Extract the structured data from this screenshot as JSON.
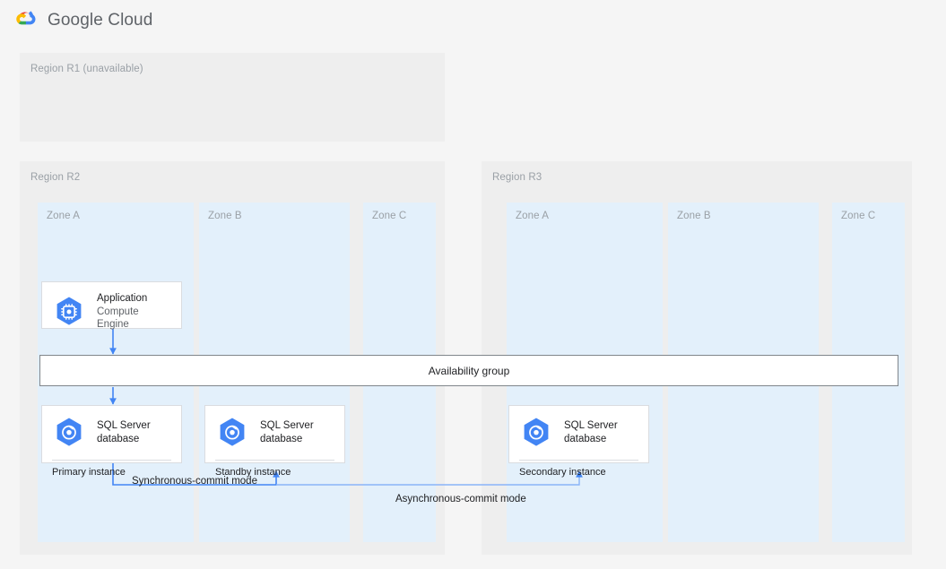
{
  "header": {
    "brand": "Google Cloud",
    "logo_icon": "google-cloud-logo-icon"
  },
  "diagram": {
    "title": "SQL Server availability group across regions",
    "colors": {
      "page_bg": "#f5f5f5",
      "region_bg": "#eeeeee",
      "zone_bg": "#e3f0fb",
      "node_bg": "#ffffff",
      "node_border": "#dadce0",
      "connector": "#4285f4",
      "connector_light": "#8ab4f8",
      "text_primary": "#202124",
      "text_muted": "#9aa0a6",
      "hex_icon": "#4285f4"
    },
    "regions": [
      {
        "id": "r1",
        "label": "Region R1 (unavailable)",
        "zones": []
      },
      {
        "id": "r2",
        "label": "Region R2",
        "zones": [
          {
            "id": "r2-zone-a",
            "label": "Zone A"
          },
          {
            "id": "r2-zone-b",
            "label": "Zone B"
          },
          {
            "id": "r2-zone-c",
            "label": "Zone C"
          }
        ]
      },
      {
        "id": "r3",
        "label": "Region R3",
        "zones": [
          {
            "id": "r3-zone-a",
            "label": "Zone A"
          },
          {
            "id": "r3-zone-b",
            "label": "Zone B"
          },
          {
            "id": "r3-zone-c",
            "label": "Zone C"
          }
        ]
      }
    ],
    "nodes": [
      {
        "id": "application",
        "title": "Application",
        "subtitle": "Compute Engine",
        "icon": "compute-engine-hexagon-icon",
        "region": "r2",
        "zone": "Zone A"
      },
      {
        "id": "primary",
        "title": "SQL Server\ndatabase",
        "footer": "Primary instance",
        "icon": "sql-server-database-hexagon-icon",
        "region": "r2",
        "zone": "Zone A"
      },
      {
        "id": "standby",
        "title": "SQL Server\ndatabase",
        "footer": "Standby instance",
        "icon": "sql-server-database-hexagon-icon",
        "region": "r2",
        "zone": "Zone B"
      },
      {
        "id": "secondary",
        "title": "SQL Server\ndatabase",
        "footer": "Secondary instance",
        "icon": "sql-server-database-hexagon-icon",
        "region": "r3",
        "zone": "Zone A"
      }
    ],
    "availability_group": {
      "label": "Availability group"
    },
    "edge_labels": {
      "sync": "Synchronous-commit mode",
      "async": "Asynchronous-commit mode"
    }
  }
}
